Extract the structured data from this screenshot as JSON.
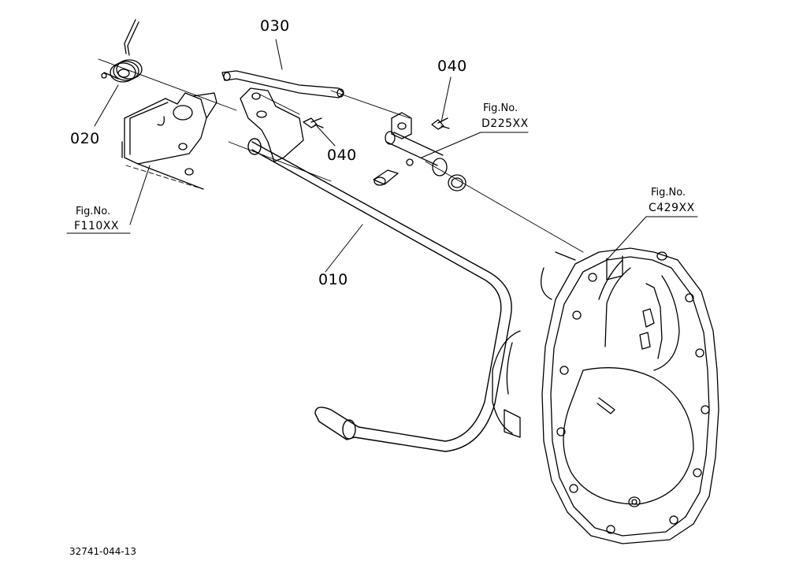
{
  "labels": {
    "p010": "010",
    "p020": "020",
    "p030": "030",
    "p040_top": "040",
    "p040_mid": "040"
  },
  "refs": {
    "f110": {
      "caption": "Fig.No.",
      "number": "F110XX"
    },
    "d225": {
      "caption": "Fig.No.",
      "number": "D225XX"
    },
    "c429": {
      "caption": "Fig.No.",
      "number": "C429XX"
    }
  },
  "footer": {
    "drawing_id": "32741-044-13"
  },
  "colors": {
    "line": "#000000",
    "background": "#ffffff"
  }
}
